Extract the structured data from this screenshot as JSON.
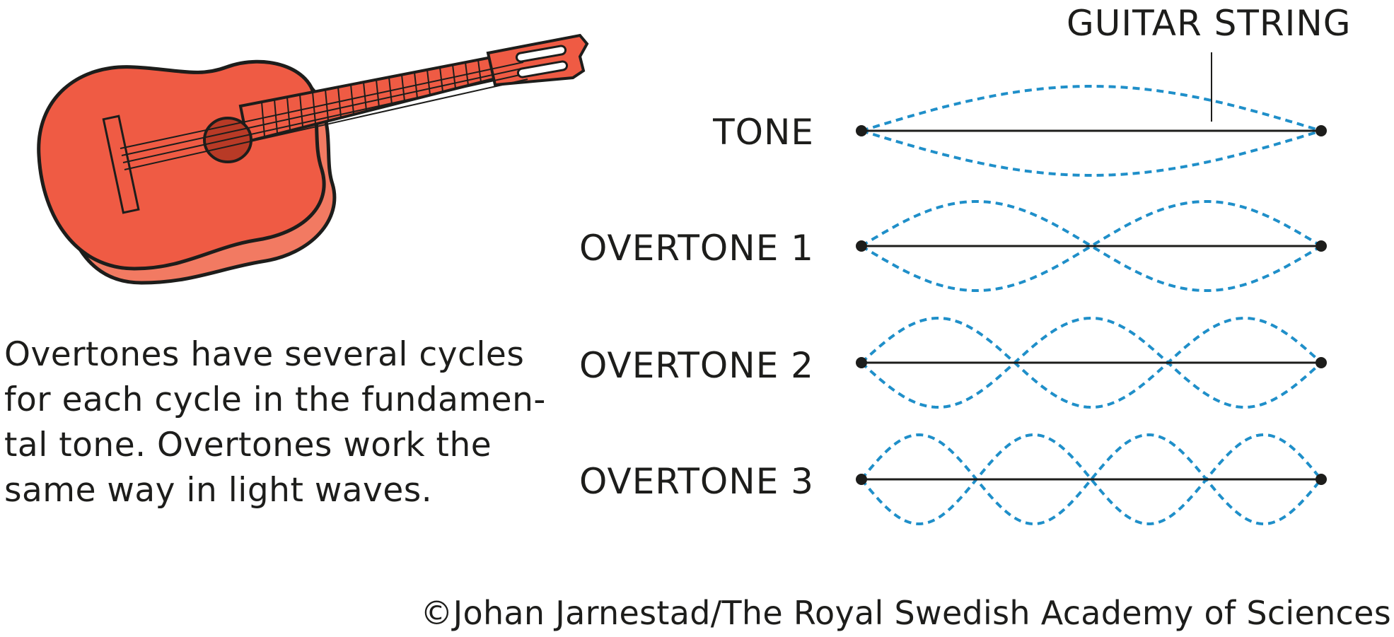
{
  "guitar_string_label": "GUITAR STRING",
  "rows": [
    {
      "label": "TONE",
      "loops": 1
    },
    {
      "label": "OVERTONE 1",
      "loops": 2
    },
    {
      "label": "OVERTONE 2",
      "loops": 3
    },
    {
      "label": "OVERTONE 3",
      "loops": 4
    }
  ],
  "description": "Overtones have several cycles for each cycle in the fundamen-tal tone. Overtones work the same way in light waves.",
  "credit": "©Johan Jarnestad/The Royal Swedish Academy of Sciences",
  "colors": {
    "wave": "#1f8fc9",
    "string": "#1d1d1b",
    "guitar_body": "#ef5b44",
    "guitar_side": "#f27a62",
    "guitar_outline": "#1d1d1b",
    "sound_hole": "#b83a26"
  }
}
